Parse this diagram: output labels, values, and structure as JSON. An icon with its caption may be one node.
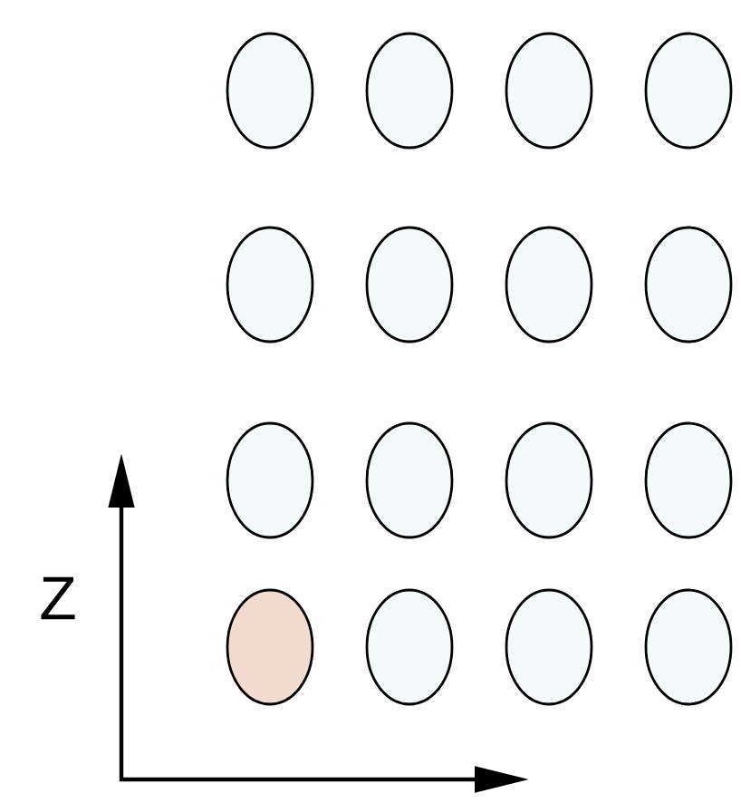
{
  "diagram": {
    "nodes": [
      {
        "text": [],
        "shape": "ellipse"
      },
      {
        "text": [],
        "shape": "ellipse"
      },
      {
        "text": [],
        "shape": "ellipse"
      },
      {
        "text": [],
        "shape": "ellipse"
      },
      {
        "text": [],
        "shape": "ellipse"
      },
      {
        "text": [],
        "shape": "ellipse"
      },
      {
        "text": [],
        "shape": "ellipse"
      },
      {
        "text": [],
        "shape": "ellipse"
      },
      {
        "text": [],
        "shape": "ellipse"
      },
      {
        "text": [],
        "shape": "ellipse"
      },
      {
        "text": [],
        "shape": "ellipse"
      },
      {
        "text": [],
        "shape": "ellipse"
      },
      {
        "text": [],
        "shape": "ellipse"
      },
      {
        "text": [],
        "shape": "ellipse"
      },
      {
        "text": [],
        "shape": "ellipse"
      },
      {
        "text": [],
        "shape": "ellipse"
      }
    ],
    "labels": [
      "Z"
    ]
  }
}
